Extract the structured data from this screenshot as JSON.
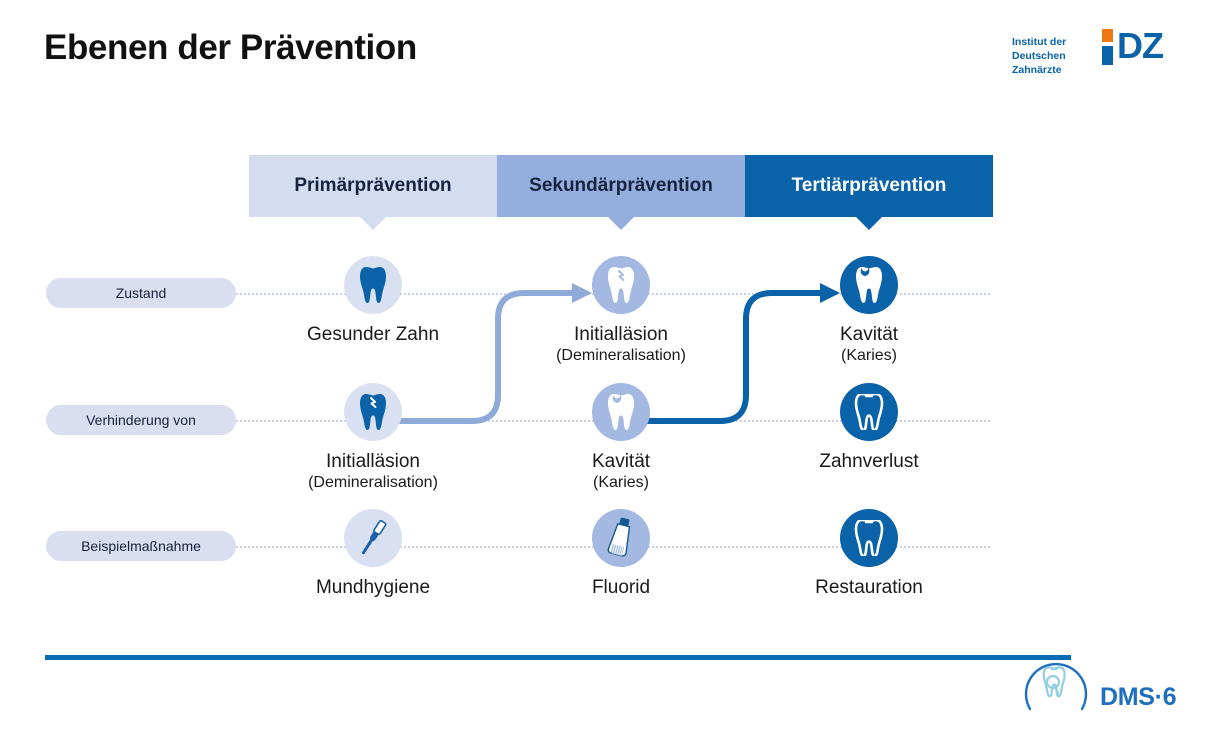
{
  "slide": {
    "title": "Ebenen der Prävention",
    "colors": {
      "primary_light": "#d4dcef",
      "primary_mid": "#94aedd",
      "primary_dark": "#0a62a8",
      "accent_orange": "#ee7716",
      "rule": "#0a6cb4",
      "dms_blue": "#1f6fc0"
    }
  },
  "logo": {
    "line1": "Institut der",
    "line2": "Deutschen Zahnärzte",
    "mark": "IDZ",
    "mark_letters": "DZ"
  },
  "columns": [
    {
      "label": "Primärprävention"
    },
    {
      "label": "Sekundärprävention"
    },
    {
      "label": "Tertiärprävention"
    }
  ],
  "rows": [
    {
      "label": "Zustand"
    },
    {
      "label": "Verhinderung von"
    },
    {
      "label": "Beispielmaßnahme"
    }
  ],
  "cells": [
    {
      "row": "Zustand",
      "column": "Primärprävention",
      "label": "Gesunder Zahn",
      "sub": "",
      "icon": "tooth-healthy-icon"
    },
    {
      "row": "Zustand",
      "column": "Sekundärprävention",
      "label": "Initialläsion",
      "sub": "(Demineralisation)",
      "icon": "tooth-lesion-icon"
    },
    {
      "row": "Zustand",
      "column": "Tertiärprävention",
      "label": "Kavität",
      "sub": "(Karies)",
      "icon": "tooth-cavity-icon"
    },
    {
      "row": "Verhinderung von",
      "column": "Primärprävention",
      "label": "Initialläsion",
      "sub": "(Demineralisation)",
      "icon": "tooth-lesion-icon"
    },
    {
      "row": "Verhinderung von",
      "column": "Sekundärprävention",
      "label": "Kavität",
      "sub": "(Karies)",
      "icon": "tooth-cavity-icon"
    },
    {
      "row": "Verhinderung von",
      "column": "Tertiärprävention",
      "label": "Zahnverlust",
      "sub": "",
      "icon": "tooth-outline-icon"
    },
    {
      "row": "Beispielmaßnahme",
      "column": "Primärprävention",
      "label": "Mundhygiene",
      "sub": "",
      "icon": "toothbrush-icon"
    },
    {
      "row": "Beispielmaßnahme",
      "column": "Sekundärprävention",
      "label": "Fluorid",
      "sub": "",
      "icon": "toothpaste-tube-icon"
    },
    {
      "row": "Beispielmaßnahme",
      "column": "Tertiärprävention",
      "label": "Restauration",
      "sub": "",
      "icon": "tooth-outline-icon"
    }
  ],
  "footer": {
    "dms_label": "DMS·6"
  }
}
